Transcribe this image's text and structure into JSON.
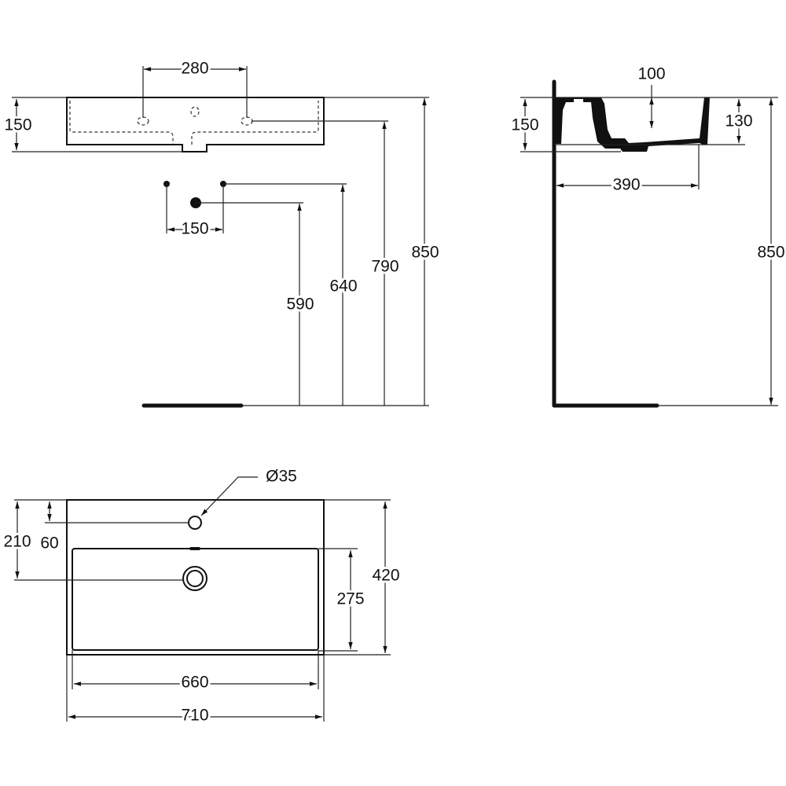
{
  "front_view": {
    "height_label": "150",
    "tap_spacing_label": "280",
    "supply_spacing_label": "150",
    "waste_height_label": "590",
    "supply_height_label": "640",
    "overflow_height_label": "790",
    "total_height_label": "850"
  },
  "side_view": {
    "bowl_depth_label": "100",
    "height_label": "150",
    "inner_height_label": "130",
    "projection_label": "390",
    "total_height_label": "850"
  },
  "plan_view": {
    "tap_hole_diameter_label": "Ø35",
    "waste_offset_label": "210",
    "tap_offset_label": "60",
    "depth_label": "420",
    "bowl_depth_label": "275",
    "bowl_width_label": "660",
    "width_label": "710"
  },
  "colors": {
    "line": "#111111",
    "background": "#ffffff"
  }
}
